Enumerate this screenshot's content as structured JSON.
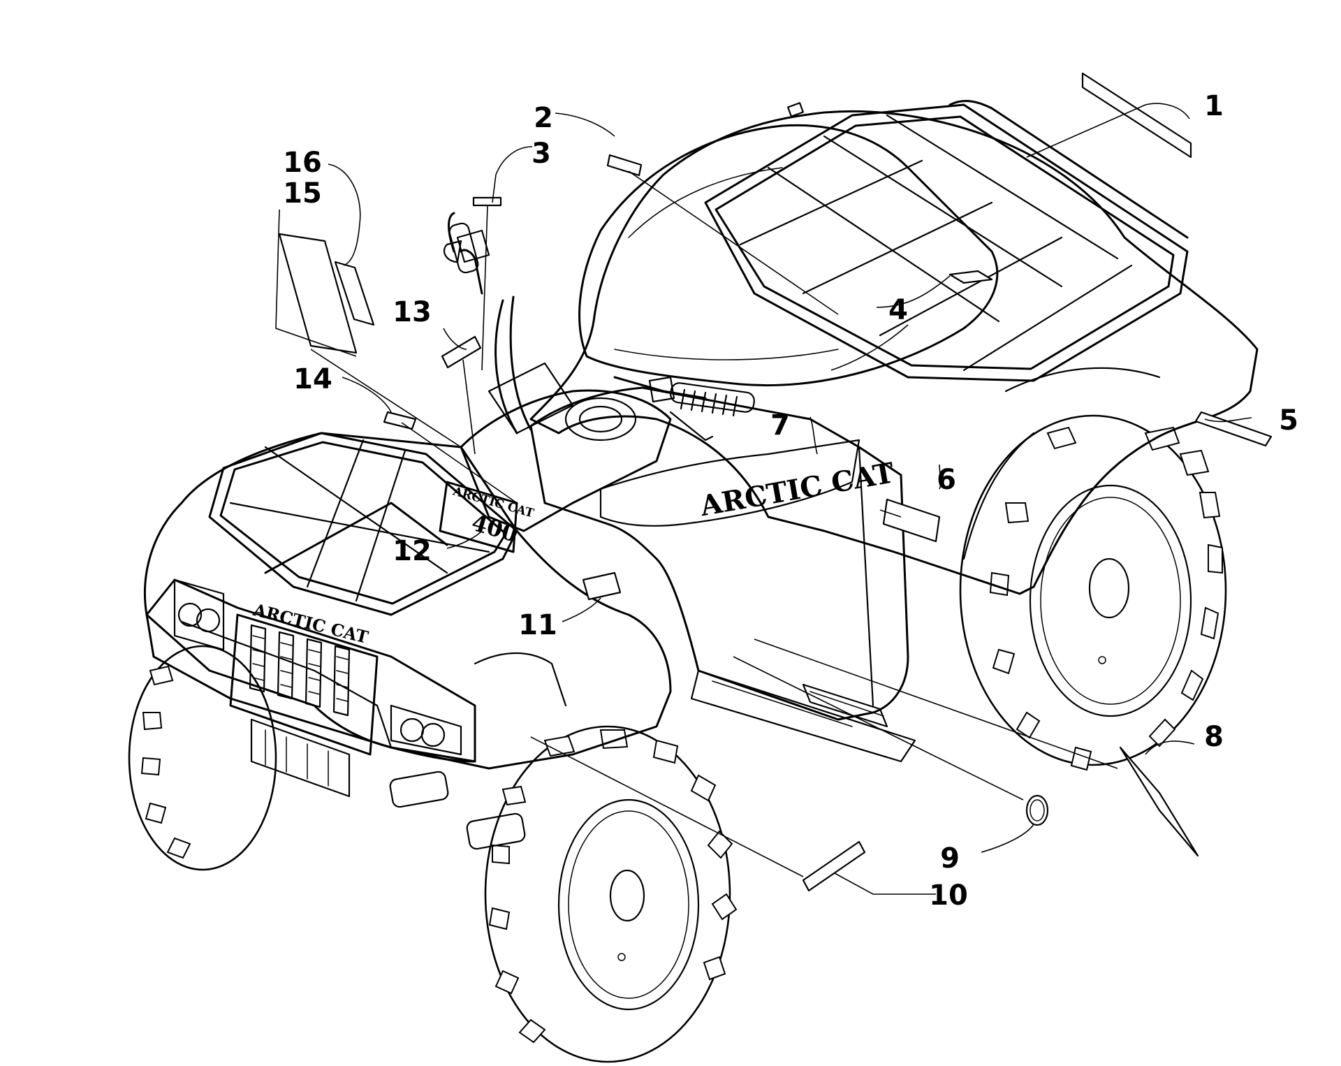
{
  "callouts": [
    {
      "id": "1",
      "label": "1"
    },
    {
      "id": "2",
      "label": "2"
    },
    {
      "id": "3",
      "label": "3"
    },
    {
      "id": "4",
      "label": "4"
    },
    {
      "id": "5",
      "label": "5"
    },
    {
      "id": "6",
      "label": "6"
    },
    {
      "id": "7",
      "label": "7"
    },
    {
      "id": "8",
      "label": "8"
    },
    {
      "id": "9",
      "label": "9"
    },
    {
      "id": "10",
      "label": "10"
    },
    {
      "id": "11",
      "label": "11"
    },
    {
      "id": "12",
      "label": "12"
    },
    {
      "id": "13",
      "label": "13"
    },
    {
      "id": "14",
      "label": "14"
    },
    {
      "id": "15",
      "label": "15"
    },
    {
      "id": "16",
      "label": "16"
    }
  ],
  "logos": {
    "side_panel": "ARCTIC CAT",
    "front_grille": "ARCTIC CAT",
    "fuel_tank_brand": "ARCTIC CAT",
    "fuel_tank_model": "400"
  }
}
